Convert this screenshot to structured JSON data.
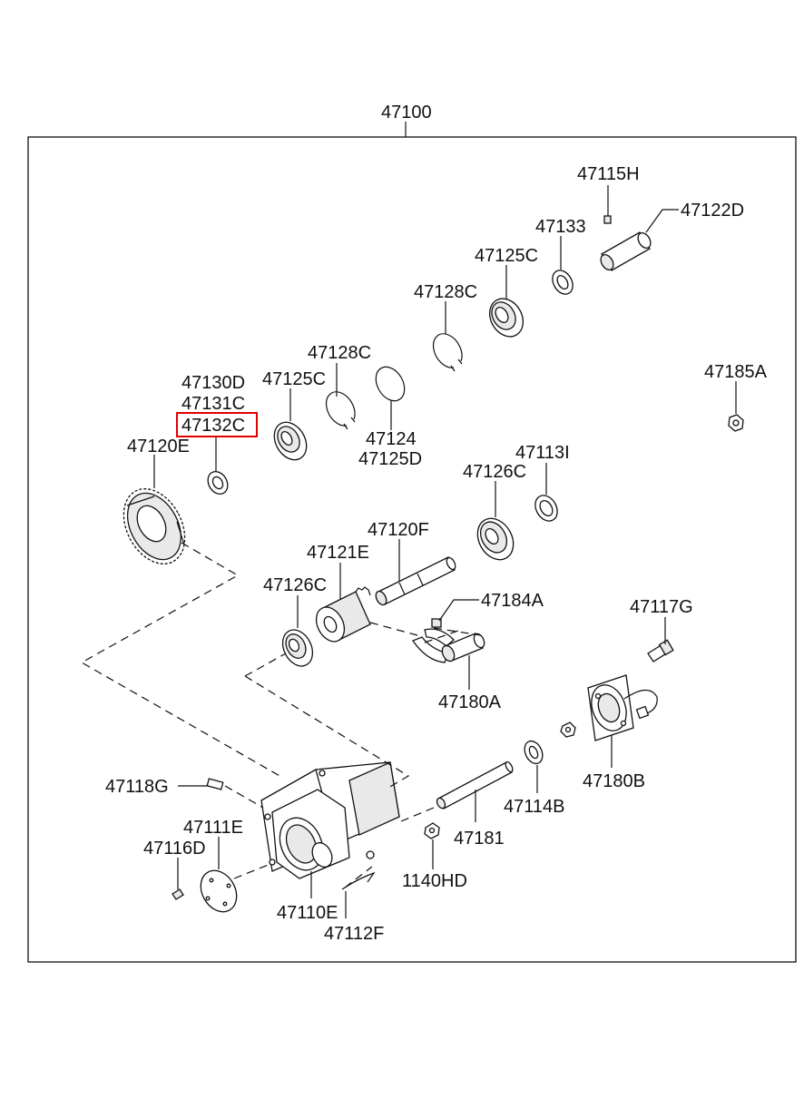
{
  "diagram": {
    "assembly_label": "47100",
    "highlight_color": "#e00000",
    "labels": {
      "p47115H": "47115H",
      "p47122D": "47122D",
      "p47133": "47133",
      "p47125C_top": "47125C",
      "p47128C_top": "47128C",
      "p47128C_mid": "47128C",
      "p47130D": "47130D",
      "p47125C_mid": "47125C",
      "p47131C": "47131C",
      "p47132C": "47132C",
      "p47124": "47124",
      "p47125D": "47125D",
      "p47120E": "47120E",
      "p47185A": "47185A",
      "p47113I": "47113I",
      "p47126C_right": "47126C",
      "p47120F": "47120F",
      "p47121E": "47121E",
      "p47126C_left": "47126C",
      "p47184A": "47184A",
      "p47117G": "47117G",
      "p47180A": "47180A",
      "p47180B": "47180B",
      "p47118G": "47118G",
      "p47114B": "47114B",
      "p47111E": "47111E",
      "p47116D": "47116D",
      "p47181": "47181",
      "p1140HD": "1140HD",
      "p47110E": "47110E",
      "p47112F": "47112F"
    }
  }
}
